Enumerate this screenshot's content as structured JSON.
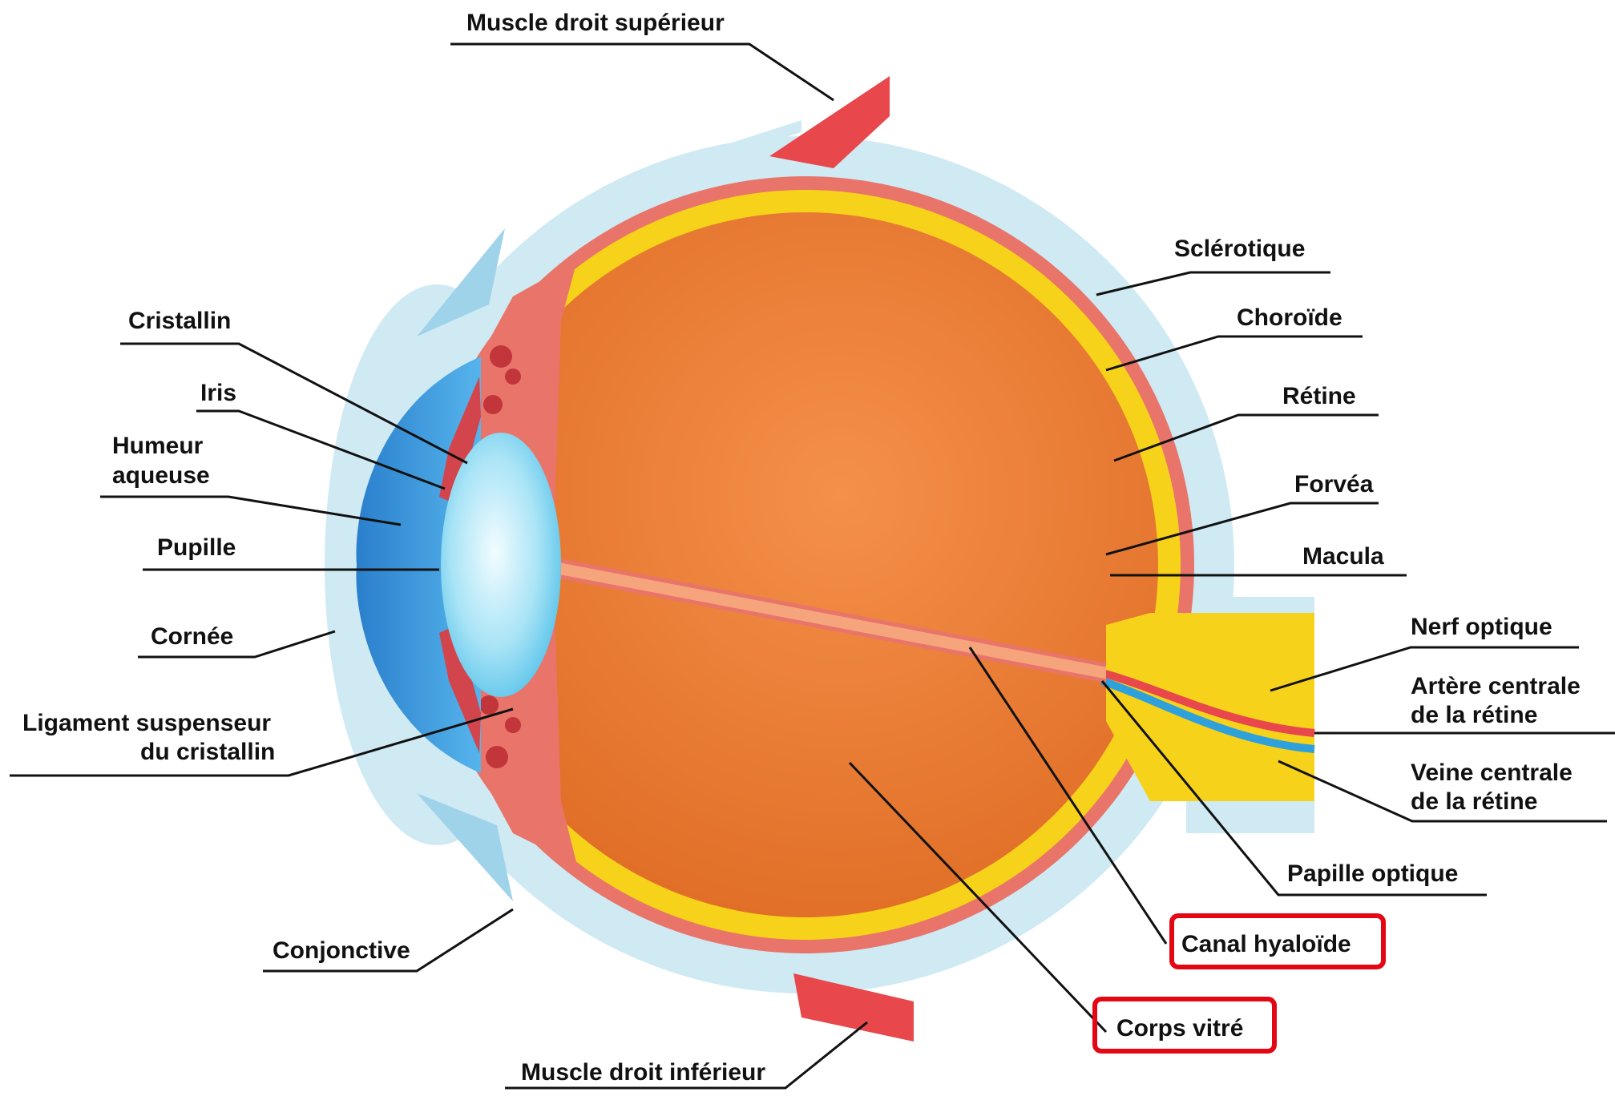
{
  "colors": {
    "sclera": "#cfeaf3",
    "choroid": "#e8746a",
    "retina": "#f7d21a",
    "vitreous": "#e9782e",
    "lens": "#a8e2f5",
    "cornea": "#3a9ad8",
    "muscle": "#e8474b",
    "highlight": "#e30613"
  },
  "labels": {
    "muscle_sup": "Muscle droit  supérieur",
    "sclerotique": "Sclérotique",
    "choroide": "Choroïde",
    "retine": "Rétine",
    "forvea": "Forvéa",
    "macula": "Macula",
    "nerf": "Nerf optique",
    "artere_1": "Artère centrale",
    "artere_2": "de la rétine",
    "veine_1": "Veine centrale",
    "veine_2": "de la rétine",
    "papille": "Papille optique",
    "canal": "Canal hyaloïde",
    "corps": "Corps vitré",
    "muscle_inf": "Muscle droit inférieur",
    "conjonctive": "Conjonctive",
    "ligament_1": "Ligament suspenseur",
    "ligament_2": "du cristallin",
    "cornee": "Cornée",
    "pupille": "Pupille",
    "humeur_1": "Humeur",
    "humeur_2": "aqueuse",
    "iris": "Iris",
    "cristallin": "Cristallin"
  }
}
